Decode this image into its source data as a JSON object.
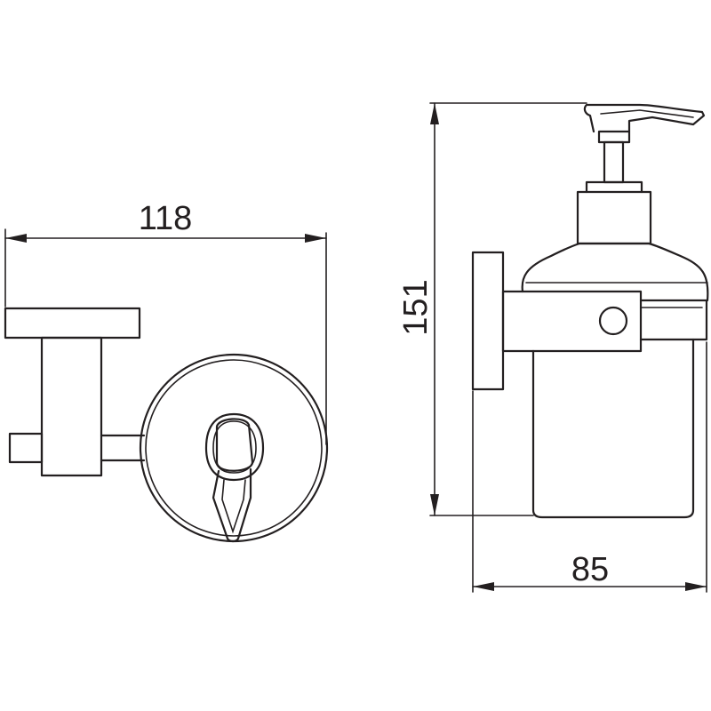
{
  "dimensions": {
    "width_top": "118",
    "height_side": "151",
    "depth_side": "85"
  },
  "colors": {
    "line": "#231f20",
    "background": "#ffffff"
  }
}
